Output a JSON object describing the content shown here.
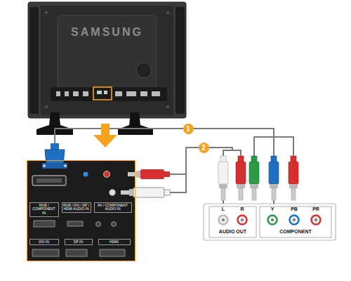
{
  "diagram": {
    "nodes": [
      {
        "text": [
          "SAMSUNG"
        ]
      },
      {
        "text": [
          "RGB / COMPONENT IN",
          "RGB / DVI / DP / HDMI AUDIO IN",
          "AV / COMPONENT AUDIO IN",
          "DVI IN",
          "DP IN",
          "HDMI"
        ]
      },
      {
        "text": [
          "AUDIO OUT",
          "COMPONENT"
        ]
      }
    ],
    "edges": [
      {
        "from": 1,
        "to": 2,
        "arrow": "none",
        "label": "1"
      },
      {
        "from": 1,
        "to": 2,
        "arrow": "none",
        "label": "2"
      }
    ],
    "labels": [
      "L",
      "R",
      "Y",
      "PB",
      "PR"
    ]
  }
}
